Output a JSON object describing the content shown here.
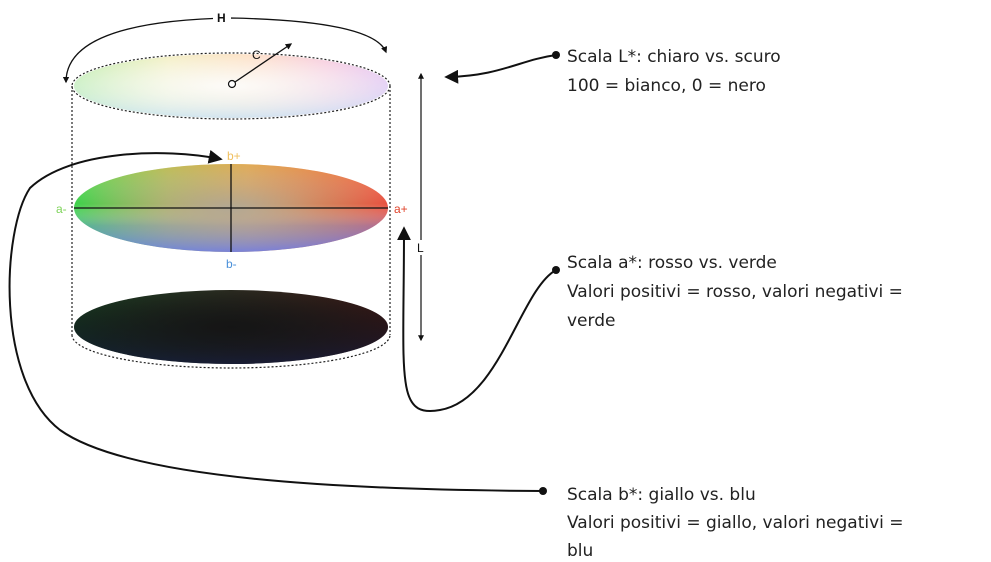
{
  "labels": {
    "hue": "H",
    "chroma": "C",
    "lightness": "L",
    "a_plus": "a+",
    "a_minus": "a-",
    "b_plus": "b+",
    "b_minus": "b-"
  },
  "annotations": {
    "l_scale": {
      "line1": "Scala L*: chiaro vs. scuro",
      "line2": "100 = bianco, 0 = nero"
    },
    "a_scale": {
      "line1": "Scala a*: rosso vs. verde",
      "line2": "Valori positivi = rosso, valori negativi =",
      "line3": "verde"
    },
    "b_scale": {
      "line1": "Scala b*: giallo vs. blu",
      "line2": "Valori positivi = giallo, valori negativi =",
      "line3": "blu"
    }
  },
  "colors": {
    "a_plus": "#e0432a",
    "a_minus": "#7ed35a",
    "b_plus": "#f0c060",
    "b_minus": "#4a90d9",
    "annotation_text": "#222222",
    "arrow": "#111111"
  }
}
